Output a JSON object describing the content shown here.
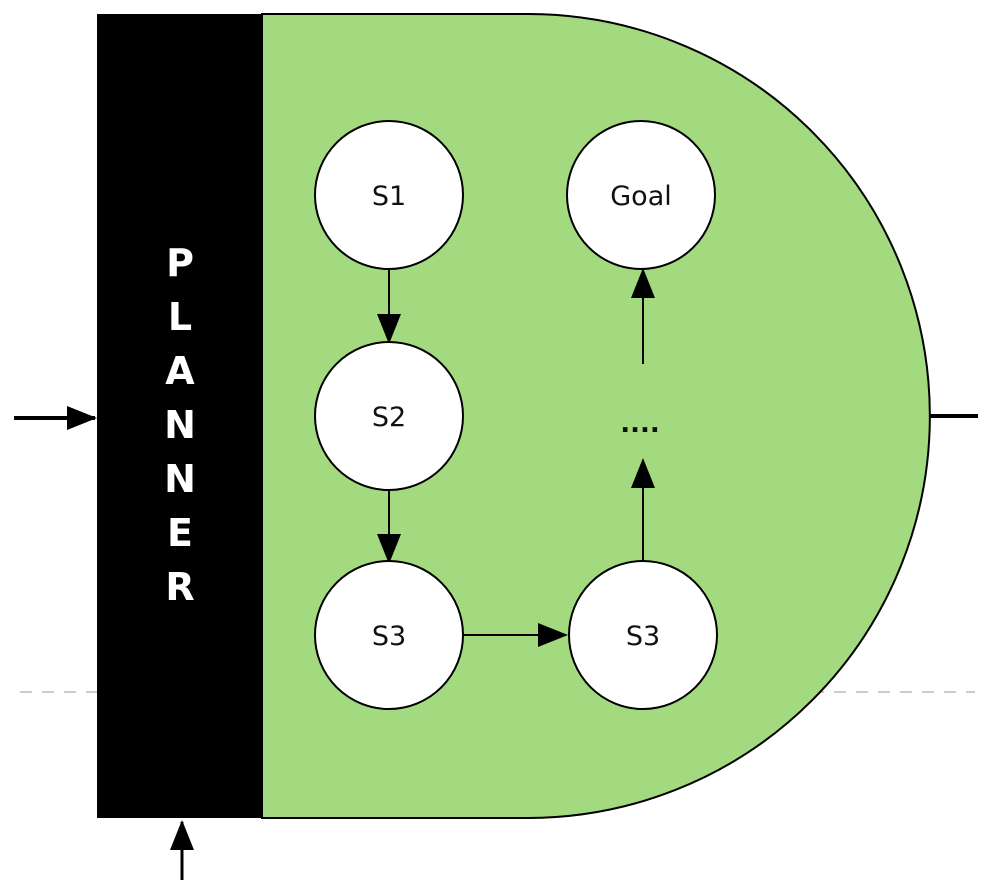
{
  "planner": {
    "label": "PLANNER",
    "letters": [
      "P",
      "L",
      "A",
      "N",
      "N",
      "E",
      "R"
    ]
  },
  "nodes": {
    "s1": "S1",
    "s2": "S2",
    "s3_left": "S3",
    "s3_right": "S3",
    "goal": "Goal"
  },
  "ellipsis": "....",
  "colors": {
    "region_fill": "#a3d97f",
    "planner_bar": "#000000",
    "node_fill": "#ffffff",
    "stroke": "#000000",
    "dashed_line": "#cccccc"
  }
}
